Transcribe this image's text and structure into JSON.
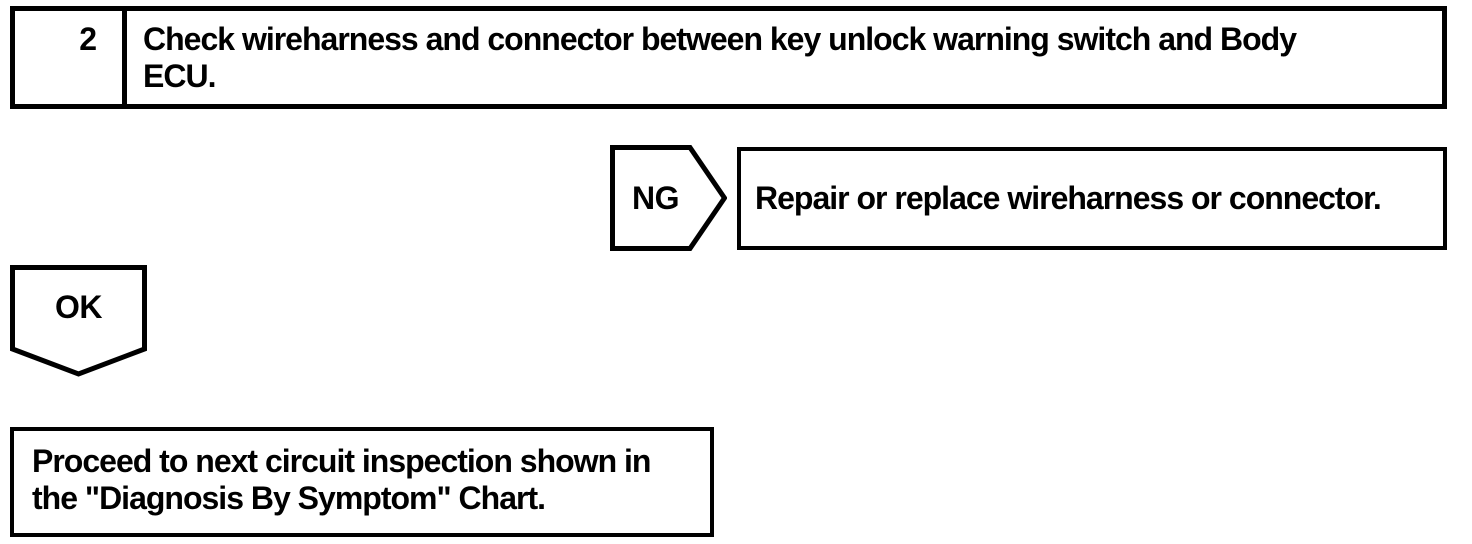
{
  "colors": {
    "ink": "#000000",
    "paper": "#ffffff"
  },
  "step": {
    "number": "2",
    "instruction": "Check wireharness and connector between key unlock warning switch and Body ECU."
  },
  "branches": {
    "ng": {
      "label": "NG",
      "action": "Repair or replace wireharness or connector."
    },
    "ok": {
      "label": "OK",
      "action": "Proceed to next circuit inspection shown in the \"Diagnosis By Symptom\" Chart."
    }
  }
}
